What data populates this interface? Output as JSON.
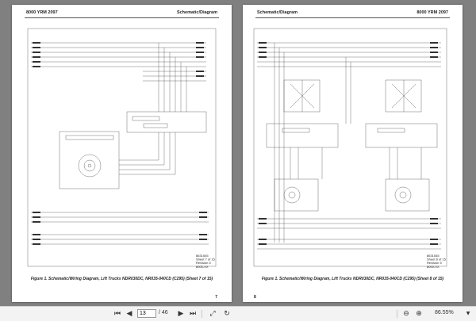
{
  "pages": [
    {
      "header_left": "8000 YRM 2097",
      "header_right": "Schematic/Diagram",
      "stamp": [
        "8631545",
        "Sheet 7 of 15",
        "Revision 5",
        "8000-XX"
      ],
      "caption": "Figure 1. Schematic/Wiring Diagram, Lift Trucks NDR030DC, NR035-040CD (C295) (Sheet 7 of 15)",
      "page_number": "7"
    },
    {
      "header_left": "Schematic/Diagram",
      "header_right": "8000 YRM 2097",
      "stamp": [
        "8631545",
        "Sheet 8 of 15",
        "Revision 5",
        "8000-XX"
      ],
      "caption": "Figure 1. Schematic/Wiring Diagram, Lift Trucks NDR030DC, NR035-040CD (C295) (Sheet 8 of 15)",
      "page_number": "8"
    }
  ],
  "toolbar": {
    "page_input": "13",
    "page_total": "/ 46",
    "zoom": "86.55%",
    "icons": [
      "first-page-icon",
      "prev-page-icon",
      "next-page-icon",
      "last-page-icon",
      "fit-page-icon",
      "rotate-icon",
      "zoom-out-icon",
      "zoom-in-icon",
      "zoom-menu-icon"
    ]
  }
}
